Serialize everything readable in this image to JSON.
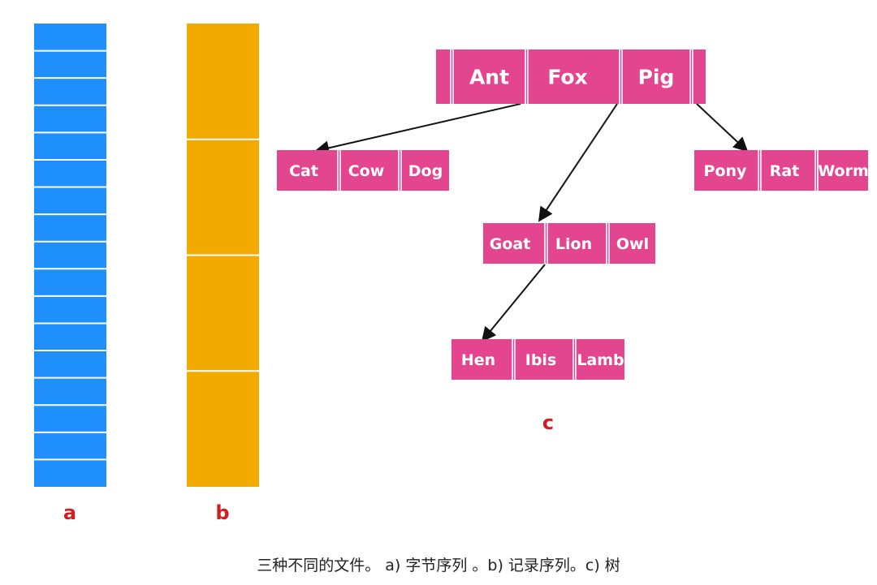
{
  "colors": {
    "byte_sequence_fill": "#1f8ffb",
    "record_sequence_fill": "#f2a900",
    "tree_node_fill": "#e3468f",
    "separator": "#ffffff",
    "arrow": "#111111",
    "label": "#d01f1f",
    "caption": "#222222"
  },
  "labels": {
    "a": "a",
    "b": "b",
    "c": "c"
  },
  "byte_sequence": {
    "segment_count": 17
  },
  "record_sequence": {
    "segment_count": 4
  },
  "tree": {
    "nodes": [
      {
        "id": "root",
        "keys": [
          "Ant",
          "Fox",
          "Pig"
        ]
      },
      {
        "id": "left",
        "keys": [
          "Cat",
          "Cow",
          "Dog"
        ]
      },
      {
        "id": "middle",
        "keys": [
          "Goat",
          "Lion",
          "Owl"
        ]
      },
      {
        "id": "right",
        "keys": [
          "Pony",
          "Rat",
          "Worm"
        ]
      },
      {
        "id": "leaf",
        "keys": [
          "Hen",
          "Ibis",
          "Lamb"
        ]
      }
    ],
    "edges": [
      {
        "from": "root",
        "to": "left"
      },
      {
        "from": "root",
        "to": "middle"
      },
      {
        "from": "root",
        "to": "right"
      },
      {
        "from": "middle",
        "to": "leaf"
      }
    ]
  },
  "caption": "三种不同的文件。 a) 字节序列 。b) 记录序列。c) 树"
}
